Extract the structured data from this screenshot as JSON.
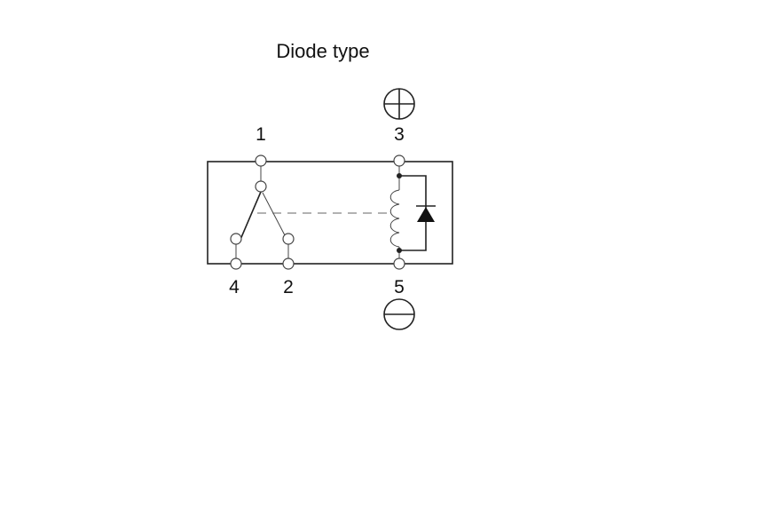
{
  "title": "Diode type",
  "terminals": {
    "t1": "1",
    "t2": "2",
    "t3": "3",
    "t4": "4",
    "t5": "5"
  },
  "symbols": {
    "positive": "plus-in-circle-icon",
    "negative": "minus-in-circle-icon"
  }
}
